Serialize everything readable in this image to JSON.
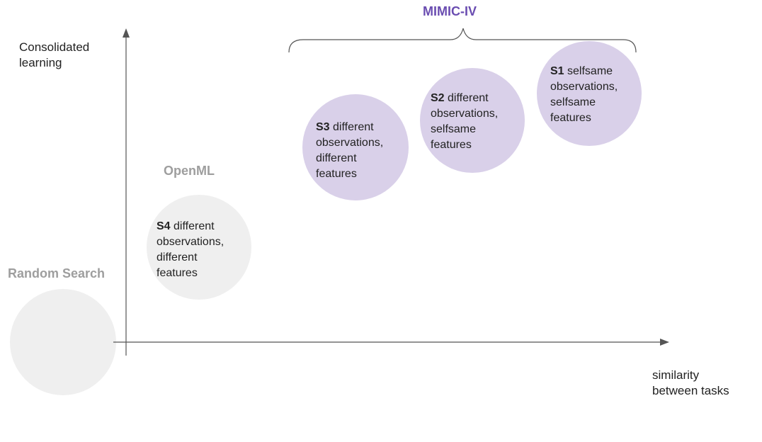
{
  "axes": {
    "y_label_line1": "Consolidated",
    "y_label_line2": "learning",
    "x_label_line1": "similarity",
    "x_label_line2": "between tasks"
  },
  "groups": {
    "mimic": "MIMIC-IV",
    "openml": "OpenML",
    "random": "Random Search"
  },
  "colors": {
    "mimic_fill": "#d9d0e9",
    "neutral_fill": "#efefef",
    "mimic_text": "#6a4db1",
    "neutral_text": "#9e9e9e",
    "axis": "#555555"
  },
  "scenarios": [
    {
      "id": "S1",
      "lines": [
        "selfsame",
        "observations,",
        "selfsame",
        "features"
      ]
    },
    {
      "id": "S2",
      "lines": [
        "different",
        "observations,",
        "selfsame",
        "features"
      ]
    },
    {
      "id": "S3",
      "lines": [
        "different",
        "observations,",
        "different",
        "features"
      ]
    },
    {
      "id": "S4",
      "lines": [
        "different",
        "observations,",
        "different",
        "features"
      ]
    }
  ]
}
